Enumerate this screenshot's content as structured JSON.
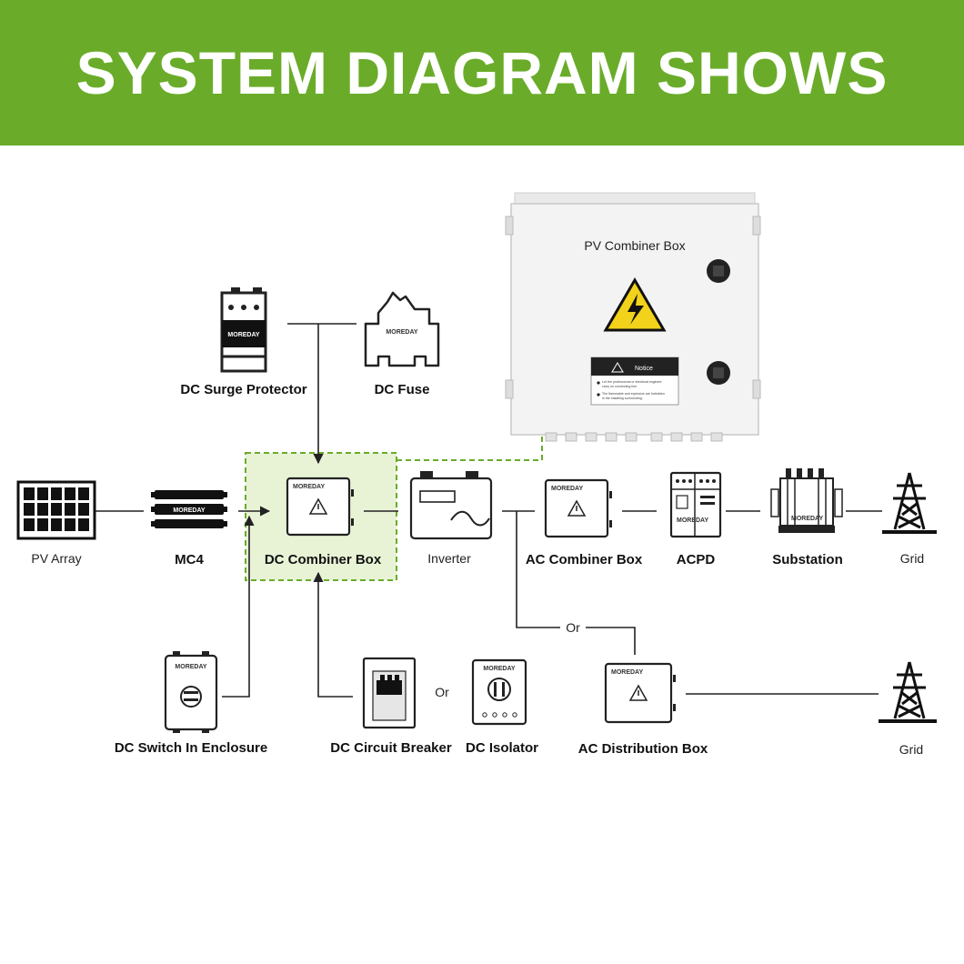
{
  "header": {
    "title": "SYSTEM DIAGRAM SHOWS"
  },
  "brand": "MOREDAY",
  "pv_combiner_box": {
    "title": "PV Combiner Box",
    "notice_title": "Notice",
    "notice_lines": [
      "Let the professional or electrical engineer",
      "carry on connecting line.",
      "The flammable and explosive are forbidden",
      "in the installing surrounding."
    ]
  },
  "components": {
    "pv_array": "PV Array",
    "mc4": "MC4",
    "dc_combiner_box": "DC Combiner Box",
    "inverter": "Inverter",
    "ac_combiner_box": "AC Combiner Box",
    "acpd": "ACPD",
    "substation": "Substation",
    "grid_top": "Grid",
    "dc_surge_protector": "DC Surge Protector",
    "dc_fuse": "DC Fuse",
    "dc_switch_in_enclosure": "DC Switch In Enclosure",
    "dc_circuit_breaker": "DC Circuit Breaker",
    "dc_isolator": "DC Isolator",
    "ac_distribution_box": "AC Distribution Box",
    "grid_bottom": "Grid",
    "or_label_1": "Or",
    "or_label_2": "Or"
  },
  "colors": {
    "banner": "#6aac2a",
    "highlight_fill": "#e8f3d6",
    "highlight_border": "#6aac2a",
    "warning": "#f2d21b"
  }
}
